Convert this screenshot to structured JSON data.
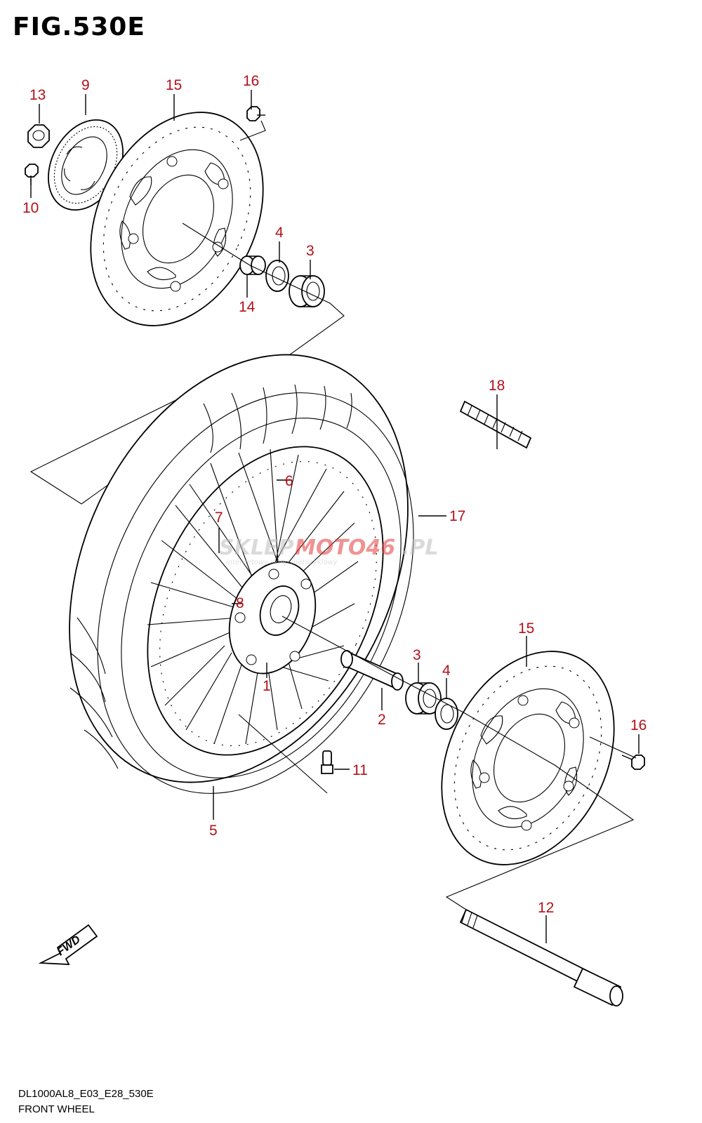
{
  "figure": {
    "title": "FIG.530E"
  },
  "callouts": [
    {
      "id": "13",
      "text": "13"
    },
    {
      "id": "9",
      "text": "9"
    },
    {
      "id": "15a",
      "text": "15"
    },
    {
      "id": "16a",
      "text": "16"
    },
    {
      "id": "10",
      "text": "10"
    },
    {
      "id": "4a",
      "text": "4"
    },
    {
      "id": "3a",
      "text": "3"
    },
    {
      "id": "14",
      "text": "14"
    },
    {
      "id": "18",
      "text": "18"
    },
    {
      "id": "6",
      "text": "6"
    },
    {
      "id": "17",
      "text": "17"
    },
    {
      "id": "7",
      "text": "7"
    },
    {
      "id": "8",
      "text": "8"
    },
    {
      "id": "1",
      "text": "1"
    },
    {
      "id": "15b",
      "text": "15"
    },
    {
      "id": "3b",
      "text": "3"
    },
    {
      "id": "4b",
      "text": "4"
    },
    {
      "id": "16b",
      "text": "16"
    },
    {
      "id": "2",
      "text": "2"
    },
    {
      "id": "11",
      "text": "11"
    },
    {
      "id": "5",
      "text": "5"
    },
    {
      "id": "12",
      "text": "12"
    }
  ],
  "fwd_marker": {
    "text": "FWD"
  },
  "watermark": {
    "part1": "SKLEP",
    "part2": "MOTO46",
    "part3": ".PL",
    "tagline": "internetowy sklep motocyklowy"
  },
  "footer": {
    "model_code": "DL1000AL8_E03_E28_530E",
    "caption": "FRONT WHEEL"
  },
  "colors": {
    "callout": "#b3101a",
    "line": "#000000",
    "watermark_red": "#e23b3b",
    "watermark_grey": "#bdbdbd"
  }
}
